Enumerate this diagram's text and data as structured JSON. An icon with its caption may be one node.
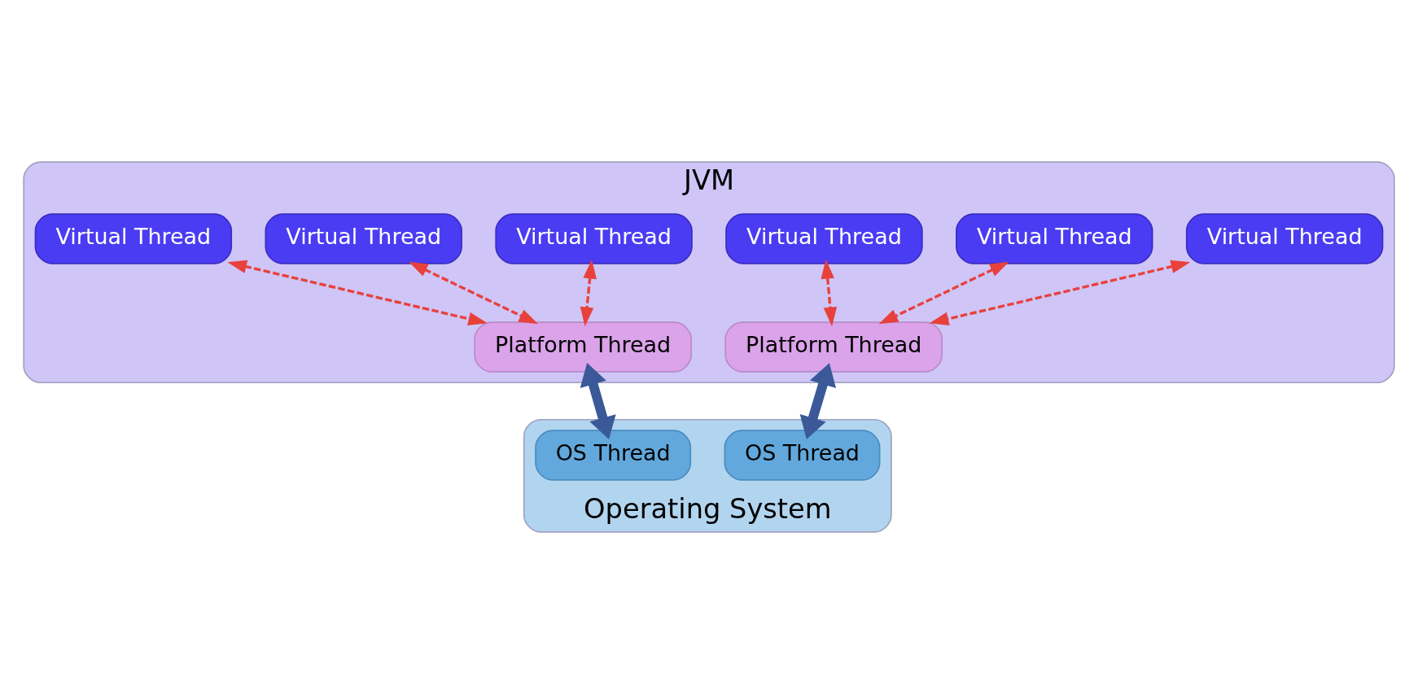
{
  "diagram": {
    "nodes": [
      {
        "text": [
          "JVM"
        ]
      },
      {
        "text": [
          "Virtual Thread"
        ],
        "in": 0
      },
      {
        "text": [
          "Virtual Thread"
        ],
        "in": 0
      },
      {
        "text": [
          "Virtual Thread"
        ],
        "in": 0
      },
      {
        "text": [
          "Virtual Thread"
        ],
        "in": 0
      },
      {
        "text": [
          "Virtual Thread"
        ],
        "in": 0
      },
      {
        "text": [
          "Virtual Thread"
        ],
        "in": 0
      },
      {
        "text": [
          "Platform Thread"
        ],
        "in": 0
      },
      {
        "text": [
          "Platform Thread"
        ],
        "in": 0
      },
      {
        "text": [
          "Operating System"
        ]
      },
      {
        "text": [
          "OS Thread"
        ],
        "in": 9
      },
      {
        "text": [
          "OS Thread"
        ],
        "in": 9
      }
    ],
    "edges": [
      {
        "from": 1,
        "to": 7,
        "arrow": "both",
        "style": "dashed"
      },
      {
        "from": 2,
        "to": 7,
        "arrow": "both",
        "style": "dashed"
      },
      {
        "from": 3,
        "to": 7,
        "arrow": "both",
        "style": "dashed"
      },
      {
        "from": 4,
        "to": 8,
        "arrow": "both",
        "style": "dashed"
      },
      {
        "from": 5,
        "to": 8,
        "arrow": "both",
        "style": "dashed"
      },
      {
        "from": 6,
        "to": 8,
        "arrow": "both",
        "style": "dashed"
      },
      {
        "from": 7,
        "to": 10,
        "arrow": "both",
        "style": "thick",
        "color": "#3b5998"
      },
      {
        "from": 8,
        "to": 11,
        "arrow": "both",
        "style": "thick",
        "color": "#3b5998"
      }
    ]
  }
}
